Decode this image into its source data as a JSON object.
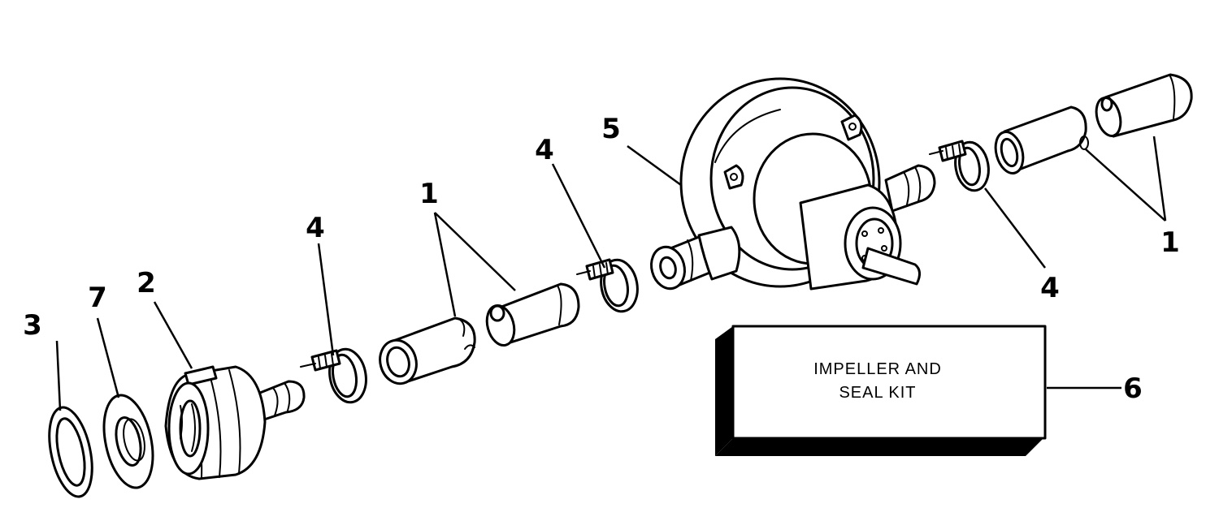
{
  "callouts": {
    "hose_left": "1",
    "hose_right": "1",
    "hose_adapter": "2",
    "washer": "3",
    "clamp_a": "4",
    "clamp_b": "4",
    "clamp_c": "4",
    "pump": "5",
    "kit": "6",
    "gasket": "7"
  },
  "kit_box": {
    "line1": "IMPELLER AND",
    "line2": "SEAL KIT"
  }
}
